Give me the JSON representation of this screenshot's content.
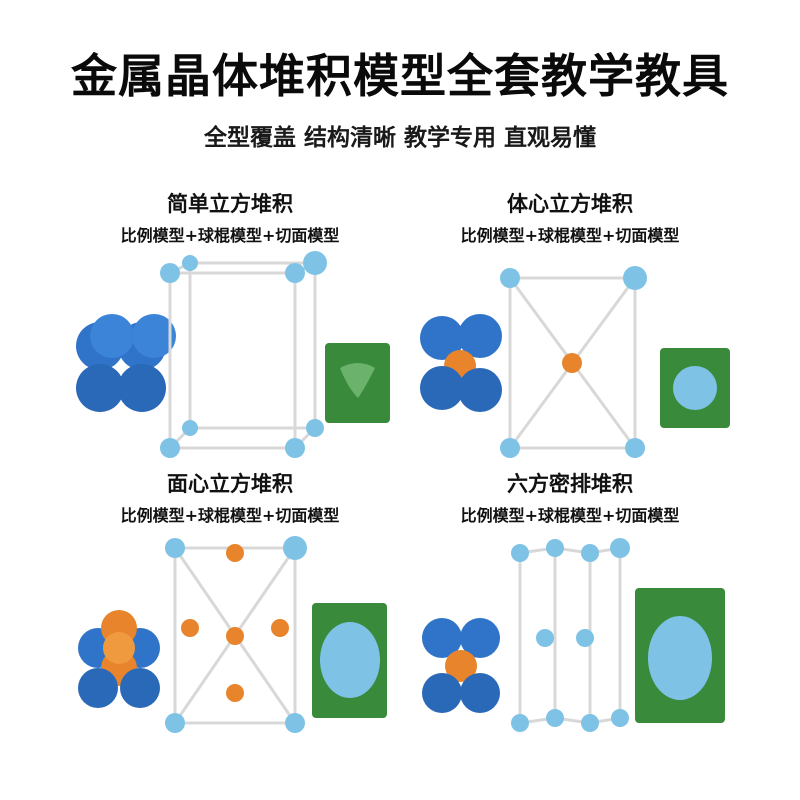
{
  "header": {
    "title": "金属晶体堆积模型全套教学教具",
    "subtitle": "全型覆盖 结构清晰 教学专用 直观易懂"
  },
  "panels": [
    {
      "name": "简单立方堆积",
      "desc": "比例模型+球棍模型+切面模型"
    },
    {
      "name": "体心立方堆积",
      "desc": "比例模型+球棍模型+切面模型"
    },
    {
      "name": "面心立方堆积",
      "desc": "比例模型+球棍模型+切面模型"
    },
    {
      "name": "六方密排堆积",
      "desc": "比例模型+球棍模型+切面模型"
    }
  ],
  "colors": {
    "blue_atom": "#2f74c9",
    "light_atom": "#7ec3e6",
    "orange_atom": "#e8852c",
    "green_cut": "#3a8a3c",
    "rod": "#e8e8e8"
  }
}
